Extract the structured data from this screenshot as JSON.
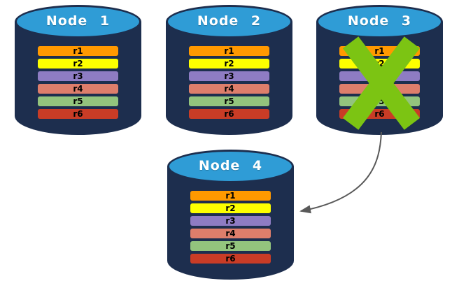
{
  "diagram": {
    "description": "Replicated database nodes; Node 3 has failed and its replicas fail over to Node 4",
    "colors": {
      "background": "#FFFFFF",
      "cylinder_body": "#1D2E4E",
      "cylinder_top": "#2F9CD6",
      "node_title_text": "#FFFFFF",
      "row_text": "#000000",
      "failure_x": "#7CC413",
      "arrow": "#595959"
    },
    "nodes": [
      {
        "id": "node-1",
        "label": "Node 1",
        "failed": false,
        "rows": [
          {
            "label": "r1",
            "color": "#FF9900"
          },
          {
            "label": "r2",
            "color": "#FDFF00"
          },
          {
            "label": "r3",
            "color": "#8E7CC3"
          },
          {
            "label": "r4",
            "color": "#DE7E6B"
          },
          {
            "label": "r5",
            "color": "#93C47D"
          },
          {
            "label": "r6",
            "color": "#C93C26"
          }
        ]
      },
      {
        "id": "node-2",
        "label": "Node 2",
        "failed": false,
        "rows": [
          {
            "label": "r1",
            "color": "#FF9900"
          },
          {
            "label": "r2",
            "color": "#FDFF00"
          },
          {
            "label": "r3",
            "color": "#8E7CC3"
          },
          {
            "label": "r4",
            "color": "#DE7E6B"
          },
          {
            "label": "r5",
            "color": "#93C47D"
          },
          {
            "label": "r6",
            "color": "#C93C26"
          }
        ]
      },
      {
        "id": "node-3",
        "label": "Node 3",
        "failed": true,
        "rows": [
          {
            "label": "r1",
            "color": "#FF9900"
          },
          {
            "label": "r2",
            "color": "#FDFF00"
          },
          {
            "label": "r3",
            "color": "#8E7CC3"
          },
          {
            "label": "r4",
            "color": "#DE7E6B"
          },
          {
            "label": "r5",
            "color": "#93C47D"
          },
          {
            "label": "r6",
            "color": "#C93C26"
          }
        ]
      },
      {
        "id": "node-4",
        "label": "Node 4",
        "failed": false,
        "rows": [
          {
            "label": "r1",
            "color": "#FF9900"
          },
          {
            "label": "r2",
            "color": "#FDFF00"
          },
          {
            "label": "r3",
            "color": "#8E7CC3"
          },
          {
            "label": "r4",
            "color": "#DE7E6B"
          },
          {
            "label": "r5",
            "color": "#93C47D"
          },
          {
            "label": "r6",
            "color": "#C93C26"
          }
        ]
      }
    ],
    "failover_arrow": {
      "from": "Node 3",
      "to": "Node 4"
    }
  }
}
